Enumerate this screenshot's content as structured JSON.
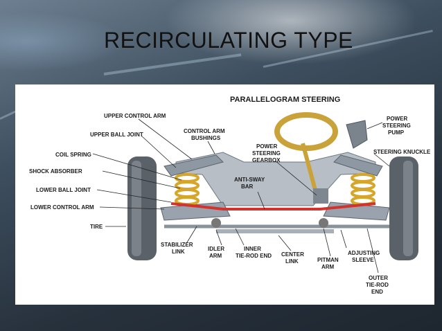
{
  "slide": {
    "title": "RECIRCULATING TYPE"
  },
  "diagram": {
    "heading": "PARALLELOGRAM STEERING",
    "labels": {
      "upper_control_arm": "UPPER CONTROL ARM",
      "upper_ball_joint": "UPPER BALL JOINT",
      "control_arm_bushings_1": "CONTROL ARM",
      "control_arm_bushings_2": "BUSHINGS",
      "coil_spring": "COIL SPRING",
      "shock_absorber": "SHOCK ABSORBER",
      "lower_ball_joint": "LOWER BALL JOINT",
      "lower_control_arm": "LOWER CONTROL ARM",
      "tire": "TIRE",
      "power_steering_gearbox_1": "POWER",
      "power_steering_gearbox_2": "STEERING",
      "power_steering_gearbox_3": "GEARBOX",
      "anti_sway_bar_1": "ANTI-SWAY",
      "anti_sway_bar_2": "BAR",
      "power_steering_pump_1": "POWER",
      "power_steering_pump_2": "STEERING",
      "power_steering_pump_3": "PUMP",
      "steering_knuckle": "STEERING KNUCKLE",
      "stabilizer_link_1": "STABILIZER",
      "stabilizer_link_2": "LINK",
      "idler_arm_1": "IDLER",
      "idler_arm_2": "ARM",
      "inner_tie_rod_end_1": "INNER",
      "inner_tie_rod_end_2": "TIE-ROD END",
      "center_link_1": "CENTER",
      "center_link_2": "LINK",
      "pitman_arm_1": "PITMAN",
      "pitman_arm_2": "ARM",
      "adjusting_sleeve_1": "ADJUSTING",
      "adjusting_sleeve_2": "SLEEVE",
      "outer_tie_rod_end_1": "OUTER",
      "outer_tie_rod_end_2": "TIE-ROD",
      "outer_tie_rod_end_3": "END"
    },
    "colors": {
      "tire": "#5b6168",
      "frame": "#9aa3ad",
      "spring": "#d6a62a",
      "wheel": "#c9a23a",
      "anti_sway_bar": "#d2332e"
    }
  }
}
